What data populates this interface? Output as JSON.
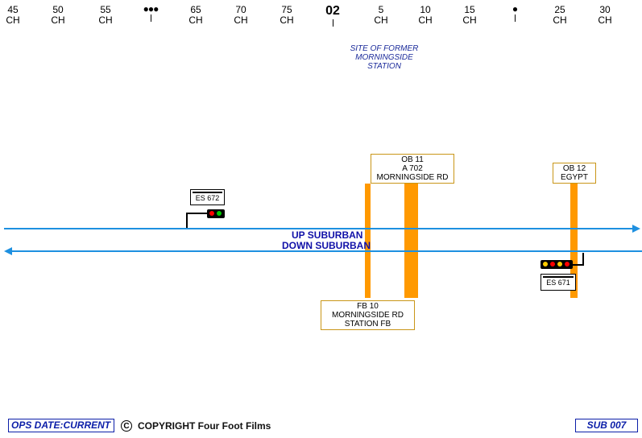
{
  "scale": [
    {
      "top": "45",
      "bottom": "CH"
    },
    {
      "top": "50",
      "bottom": "CH"
    },
    {
      "top": "55",
      "bottom": "CH"
    },
    {
      "marker": "●●●"
    },
    {
      "top": "65",
      "bottom": "CH"
    },
    {
      "top": "70",
      "bottom": "CH"
    },
    {
      "top": "75",
      "bottom": "CH"
    },
    {
      "milepost": "02"
    },
    {
      "top": "5",
      "bottom": "CH"
    },
    {
      "top": "10",
      "bottom": "CH"
    },
    {
      "top": "15",
      "bottom": "CH"
    },
    {
      "marker": "●"
    },
    {
      "top": "25",
      "bottom": "CH"
    },
    {
      "top": "30",
      "bottom": "CH"
    }
  ],
  "site_note": [
    "SITE OF FORMER",
    "MORNINGSIDE",
    "STATION"
  ],
  "boxes": {
    "ob11": [
      "OB 11",
      "A 702",
      "MORNINGSIDE RD"
    ],
    "ob12": [
      "OB 12",
      "EGYPT"
    ],
    "fb10": [
      "FB 10",
      "MORNINGSIDE RD",
      "STATION FB"
    ]
  },
  "tracks": {
    "up": "UP SUBURBAN",
    "down": "DOWN SUBURBAN",
    "color": "#1e90e0"
  },
  "signals": {
    "es672": {
      "plate": "ES 672",
      "lamps": [
        "#ff0000",
        "#00cc00"
      ]
    },
    "es671": {
      "plate": "ES 671",
      "lamps": [
        "#ffcc00",
        "#ff0000",
        "#ffcc00",
        "#ff0000"
      ]
    }
  },
  "structure_color": "#ff9900",
  "footer": {
    "ops_date": "OPS DATE:CURRENT",
    "copyright_symbol": "C",
    "copyright": "COPYRIGHT Four Foot Films",
    "sheet": "SUB 007"
  }
}
